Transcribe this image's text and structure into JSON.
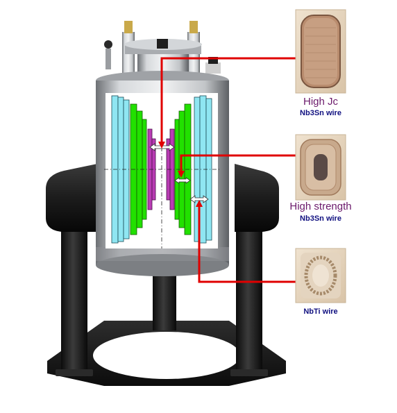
{
  "wires": [
    {
      "name": "High Jc",
      "wire_type": "Nb3Sn wire"
    },
    {
      "name": "High strength",
      "wire_type": "Nb3Sn wire"
    },
    {
      "name": "",
      "wire_type": "NbTi wire"
    }
  ],
  "colors": {
    "arrow_line": "#e00000",
    "inner_coil": "#b93cb4",
    "middle_coil": "#22e000",
    "outer_coil": "#8fe6f2",
    "label_purple": "#6b1a6b",
    "label_navy": "#101080",
    "frame": "#1a1a1a",
    "steel": "#b9bcc0"
  },
  "icons": {
    "magnet_body": "cryostat-magnet",
    "wire_cross_section": "wire-cross-section"
  }
}
